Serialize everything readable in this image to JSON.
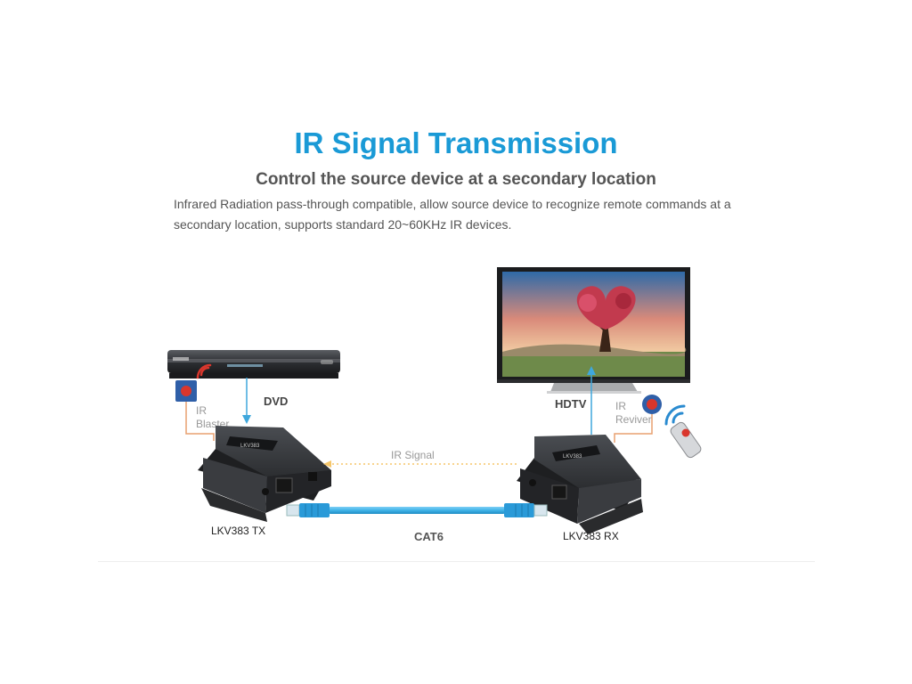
{
  "header": {
    "title": "IR Signal Transmission",
    "subtitle": "Control the source device at a secondary location",
    "description": "Infrared Radiation pass-through compatible, allow source device to recognize remote commands at a secondary location, supports standard 20~60KHz IR devices."
  },
  "diagram": {
    "dvd_label": "DVD",
    "hdtv_label": "HDTV",
    "ir_blaster_label": [
      "IR",
      "Blaster"
    ],
    "ir_receiver_label": [
      "IR",
      "Reviver"
    ],
    "ir_signal_label": "IR Signal",
    "cable_label": "CAT6",
    "tx_label": "LKV383 TX",
    "rx_label": "LKV383 RX"
  },
  "colors": {
    "accent": "#1a9ad6",
    "ir_line": "#f5c66a",
    "connector_line": "#e8a070",
    "cable": "#3fb3e8",
    "sensor_red": "#d9362c"
  },
  "icons": [
    "dvd-player",
    "hdtv",
    "extender-transmitter",
    "extender-receiver",
    "ir-blaster-icon",
    "ir-receiver-icon",
    "remote-control-icon",
    "ir-waves-icon",
    "rj45-connector-icon"
  ]
}
